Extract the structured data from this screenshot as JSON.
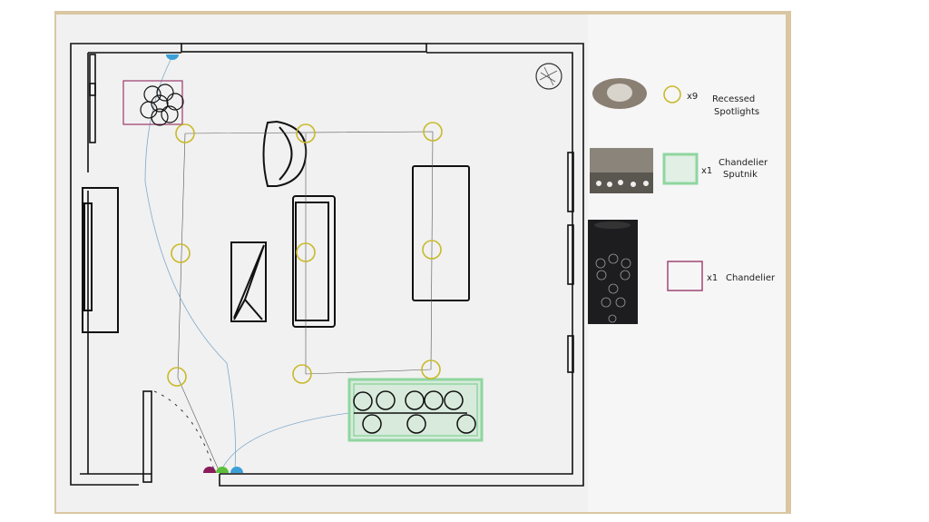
{
  "legend": {
    "items": [
      {
        "count": "x9",
        "label_line1": "Recessed",
        "label_line2": "Spotlights",
        "symbol": "circle",
        "color": "#c9b92a"
      },
      {
        "count": "x1",
        "label_line1": "Chandelier",
        "label_line2": "Sputnik",
        "symbol": "square",
        "color": "#8fd6a0"
      },
      {
        "count": "x1",
        "label_line1": "Chandelier",
        "label_line2": "",
        "symbol": "square",
        "color": "#9c3a6a"
      }
    ]
  },
  "colors": {
    "paper": "#f1f1f1",
    "wood": "#d9c7a2",
    "spotlight": "#c9b92a",
    "sputnik": "#8fd6a0",
    "chandelier": "#9c3a6a",
    "switch_magenta": "#8a1a5a",
    "switch_green": "#5bbf3a",
    "switch_blue": "#3aa0d8"
  }
}
